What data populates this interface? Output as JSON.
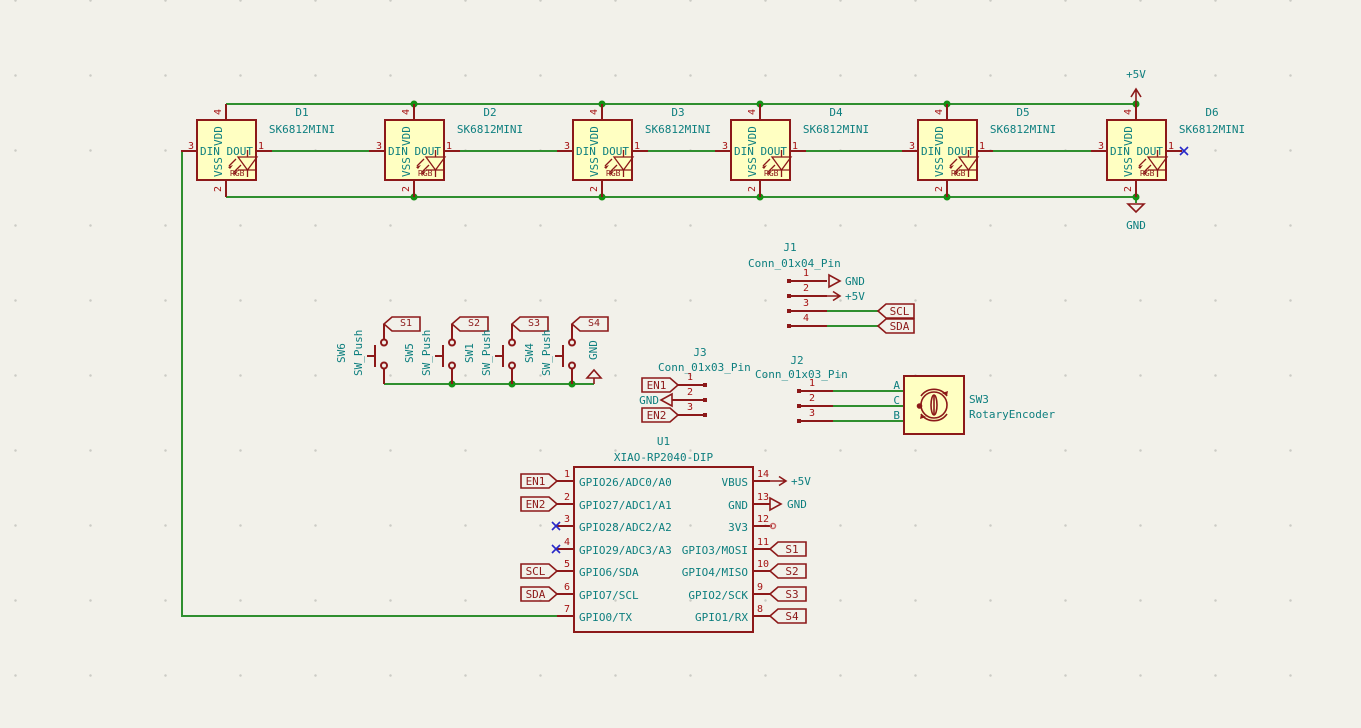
{
  "schematic": {
    "power": {
      "p5v_top": "+5V",
      "gnd_top": "GND",
      "gnd_switch": "GND"
    },
    "led_pins": {
      "vdd": "VDD",
      "vdd_num": "4",
      "din": "DIN",
      "din_num": "3",
      "dout": "DOUT",
      "dout_num": "1",
      "vss": "VSS",
      "vss_num": "2",
      "rgb": "RGB"
    },
    "leds": [
      {
        "ref": "D1",
        "value": "SK6812MINI"
      },
      {
        "ref": "D2",
        "value": "SK6812MINI"
      },
      {
        "ref": "D3",
        "value": "SK6812MINI"
      },
      {
        "ref": "D4",
        "value": "SK6812MINI"
      },
      {
        "ref": "D5",
        "value": "SK6812MINI"
      },
      {
        "ref": "D6",
        "value": "SK6812MINI"
      }
    ],
    "switches": [
      {
        "ref": "SW6",
        "value": "SW_Push",
        "net": "S1"
      },
      {
        "ref": "SW5",
        "value": "SW_Push",
        "net": "S2"
      },
      {
        "ref": "SW1",
        "value": "SW_Push",
        "net": "S3"
      },
      {
        "ref": "SW4",
        "value": "SW_Push",
        "net": "S4"
      }
    ],
    "j1": {
      "ref": "J1",
      "value": "Conn_01x04_Pin",
      "pins": [
        {
          "num": "1",
          "net": "GND"
        },
        {
          "num": "2",
          "net": "+5V"
        },
        {
          "num": "3",
          "net": "SCL"
        },
        {
          "num": "4",
          "net": "SDA"
        }
      ]
    },
    "j3": {
      "ref": "J3",
      "value": "Conn_01x03_Pin",
      "pins": [
        {
          "num": "1",
          "net": "EN1"
        },
        {
          "num": "2",
          "net": "GND"
        },
        {
          "num": "3",
          "net": "EN2"
        }
      ]
    },
    "j2": {
      "ref": "J2",
      "value": "Conn_01x03_Pin",
      "pins": [
        {
          "num": "1",
          "net": "A"
        },
        {
          "num": "2",
          "net": "C"
        },
        {
          "num": "3",
          "net": "B"
        }
      ]
    },
    "encoder": {
      "ref": "SW3",
      "value": "RotaryEncoder"
    },
    "u1": {
      "ref": "U1",
      "value": "XIAO-RP2040-DIP",
      "left_pins": [
        {
          "num": "1",
          "name": "GPIO26/ADC0/A0",
          "label": "EN1"
        },
        {
          "num": "2",
          "name": "GPIO27/ADC1/A1",
          "label": "EN2"
        },
        {
          "num": "3",
          "name": "GPIO28/ADC2/A2",
          "label": ""
        },
        {
          "num": "4",
          "name": "GPIO29/ADC3/A3",
          "label": ""
        },
        {
          "num": "5",
          "name": "GPIO6/SDA",
          "label": "SCL"
        },
        {
          "num": "6",
          "name": "GPIO7/SCL",
          "label": "SDA"
        },
        {
          "num": "7",
          "name": "GPIO0/TX",
          "label": ""
        }
      ],
      "right_pins": [
        {
          "num": "14",
          "name": "VBUS",
          "label": "+5V"
        },
        {
          "num": "13",
          "name": "GND",
          "label": "GND"
        },
        {
          "num": "12",
          "name": "3V3",
          "label": ""
        },
        {
          "num": "11",
          "name": "GPIO3/MOSI",
          "label": "S1"
        },
        {
          "num": "10",
          "name": "GPIO4/MISO",
          "label": "S2"
        },
        {
          "num": "9",
          "name": "GPIO2/SCK",
          "label": "S3"
        },
        {
          "num": "8",
          "name": "GPIO1/RX",
          "label": "S4"
        }
      ]
    },
    "colors": {
      "background": "#F2F1EA",
      "component_outline": "#8C1919",
      "component_fill": "#FFFFC2",
      "pin_name_teal": "#0E7F7F",
      "pin_number_red": "#A51212",
      "wire_green": "#2F8F2F",
      "junction_green": "#159015",
      "no_connect_blue": "#2828C8"
    }
  }
}
